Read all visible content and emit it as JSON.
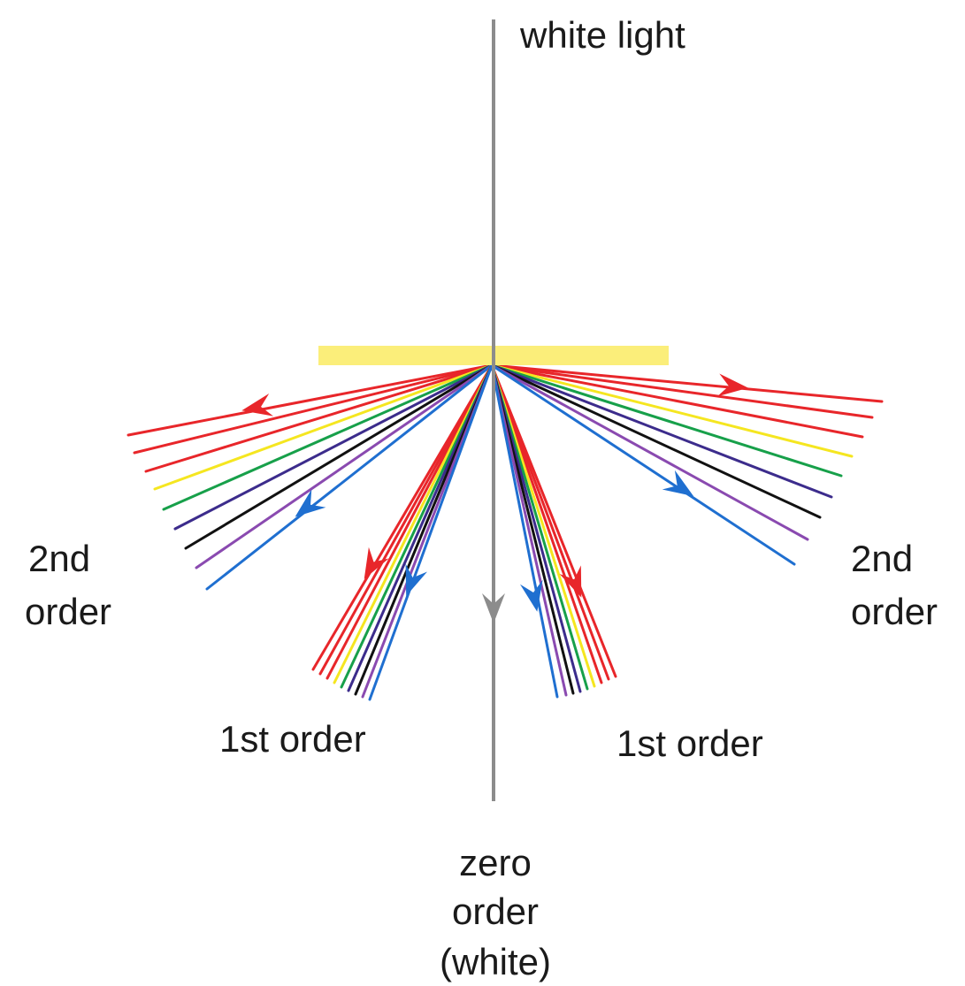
{
  "labels": {
    "white_light": "white light",
    "second_order_left_line1": "2nd",
    "second_order_left_line2": "order",
    "second_order_right_line1": "2nd",
    "second_order_right_line2": "order",
    "first_order_left": "1st order",
    "first_order_right": "1st order",
    "zero_order_line1": "zero",
    "zero_order_line2": "order",
    "zero_order_line3": "(white)"
  },
  "colors": {
    "incident_light": "#8c8c8c",
    "grating": "#fbee7a",
    "text": "#1a1a1a",
    "spectrum": [
      "#e8262a",
      "#e8262a",
      "#e8262a",
      "#f5e620",
      "#17a04a",
      "#3c2c8c",
      "#111111",
      "#8a4ab0",
      "#1f6fd0"
    ],
    "arrow_red": "#e8262a",
    "arrow_blue": "#1f6fd0"
  }
}
